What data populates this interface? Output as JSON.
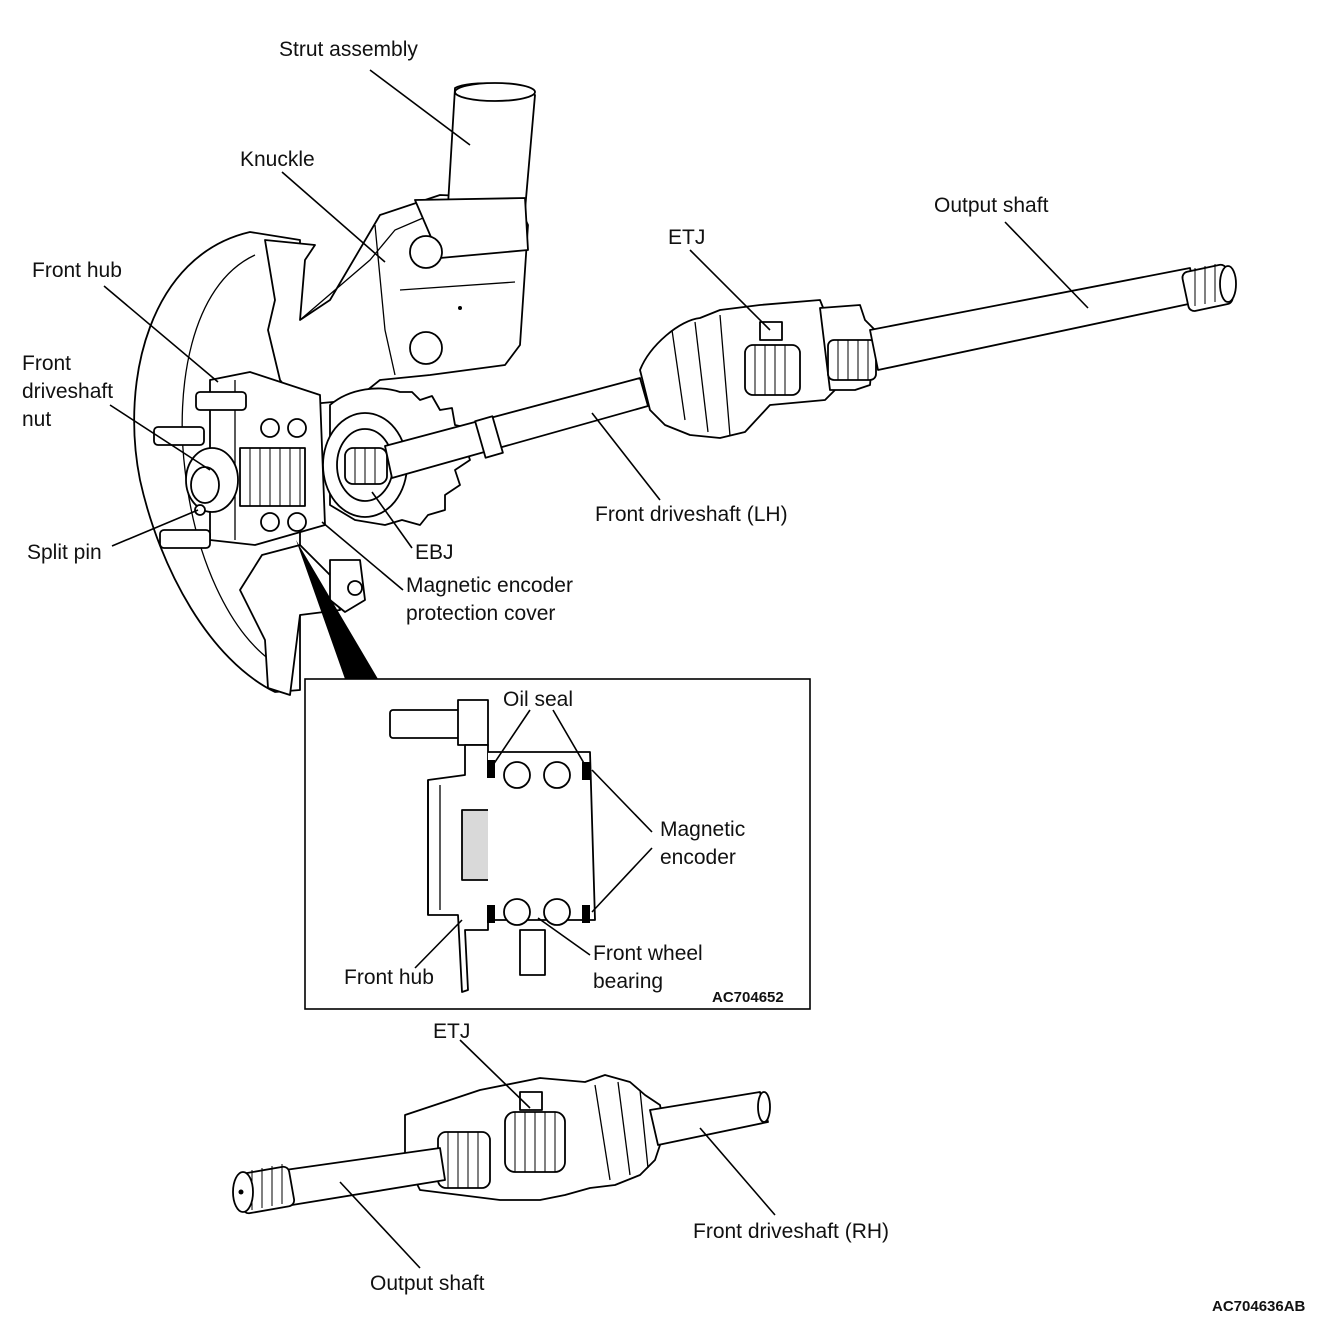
{
  "labels": {
    "strut_assembly": "Strut assembly",
    "knuckle": "Knuckle",
    "output_shaft_top": "Output shaft",
    "etj_top": "ETJ",
    "front_hub": "Front hub",
    "front_driveshaft_nut": [
      "Front",
      "driveshaft",
      "nut"
    ],
    "split_pin": "Split pin",
    "ebj": "EBJ",
    "magnetic_encoder_protection_cover": [
      "Magnetic encoder",
      "protection cover"
    ],
    "front_driveshaft_lh": "Front driveshaft (LH)",
    "etj_bottom": "ETJ",
    "front_driveshaft_rh": "Front driveshaft (RH)",
    "output_shaft_bottom": "Output shaft"
  },
  "inset": {
    "oil_seal": "Oil seal",
    "magnetic_encoder": [
      "Magnetic",
      "encoder"
    ],
    "front_hub": "Front hub",
    "front_wheel_bearing": [
      "Front wheel",
      "bearing"
    ],
    "code": "AC704652"
  },
  "figure_code": "AC704636AB"
}
